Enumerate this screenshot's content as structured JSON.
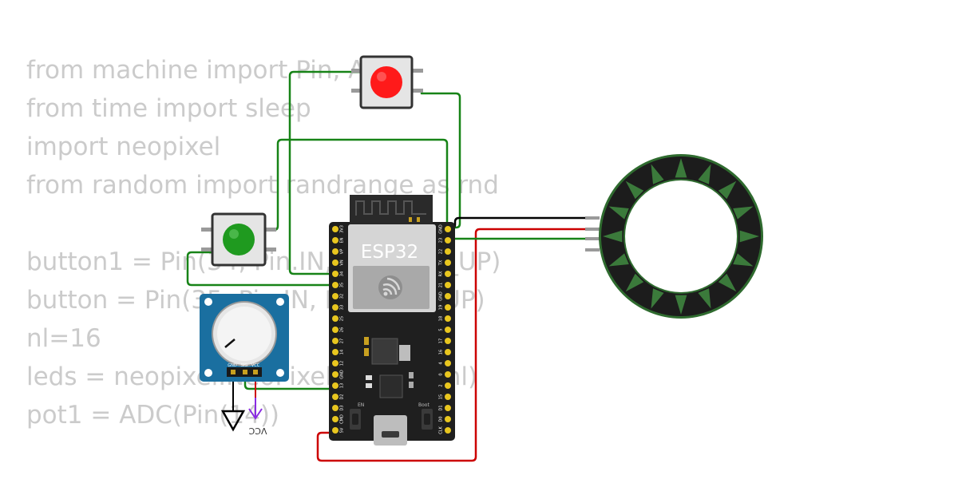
{
  "code_lines": [
    "from machine import Pin, ADC",
    "from time import sleep",
    "import neopixel",
    "from random import randrange as rnd",
    "",
    "button1 = Pin(34, Pin.IN, Pin.PULL_UP)",
    "button = Pin(35, Pin.IN, Pin.PULL_UP)",
    "nl=16",
    "leds = neopixel.NeoPixel(Pin(13), nl)",
    "pot1 = ADC(Pin(14))"
  ],
  "esp32": {
    "label": "ESP32",
    "left_pins": [
      "3V3",
      "EN",
      "VP",
      "VN",
      "34",
      "35",
      "32",
      "33",
      "25",
      "26",
      "27",
      "14",
      "12",
      "GND",
      "13",
      "D2",
      "D3",
      "CMD",
      "5V"
    ],
    "right_pins": [
      "GND",
      "23",
      "22",
      "TX",
      "RX",
      "21",
      "GND",
      "19",
      "18",
      "5",
      "17",
      "16",
      "4",
      "0",
      "2",
      "15",
      "D1",
      "D0",
      "CLK"
    ],
    "en_label": "EN",
    "boot_label": "Boot"
  },
  "potentiometer": {
    "pin_labels": [
      "GND",
      "SIG",
      "VCC"
    ]
  },
  "vcc_symbol_label": "VCC",
  "neopixel_ring": {
    "pixel_count": 16
  },
  "colors": {
    "button_red": "#ff1a1a",
    "button_green": "#1f9a1f",
    "wire_green": "#178317",
    "wire_red": "#cc0000",
    "wire_black": "#000000",
    "esp_board": "#1f1f1f",
    "pot_body": "#1a6fa0",
    "ring_body": "#1c1c1c",
    "ring_led": "#3b7a3b"
  }
}
